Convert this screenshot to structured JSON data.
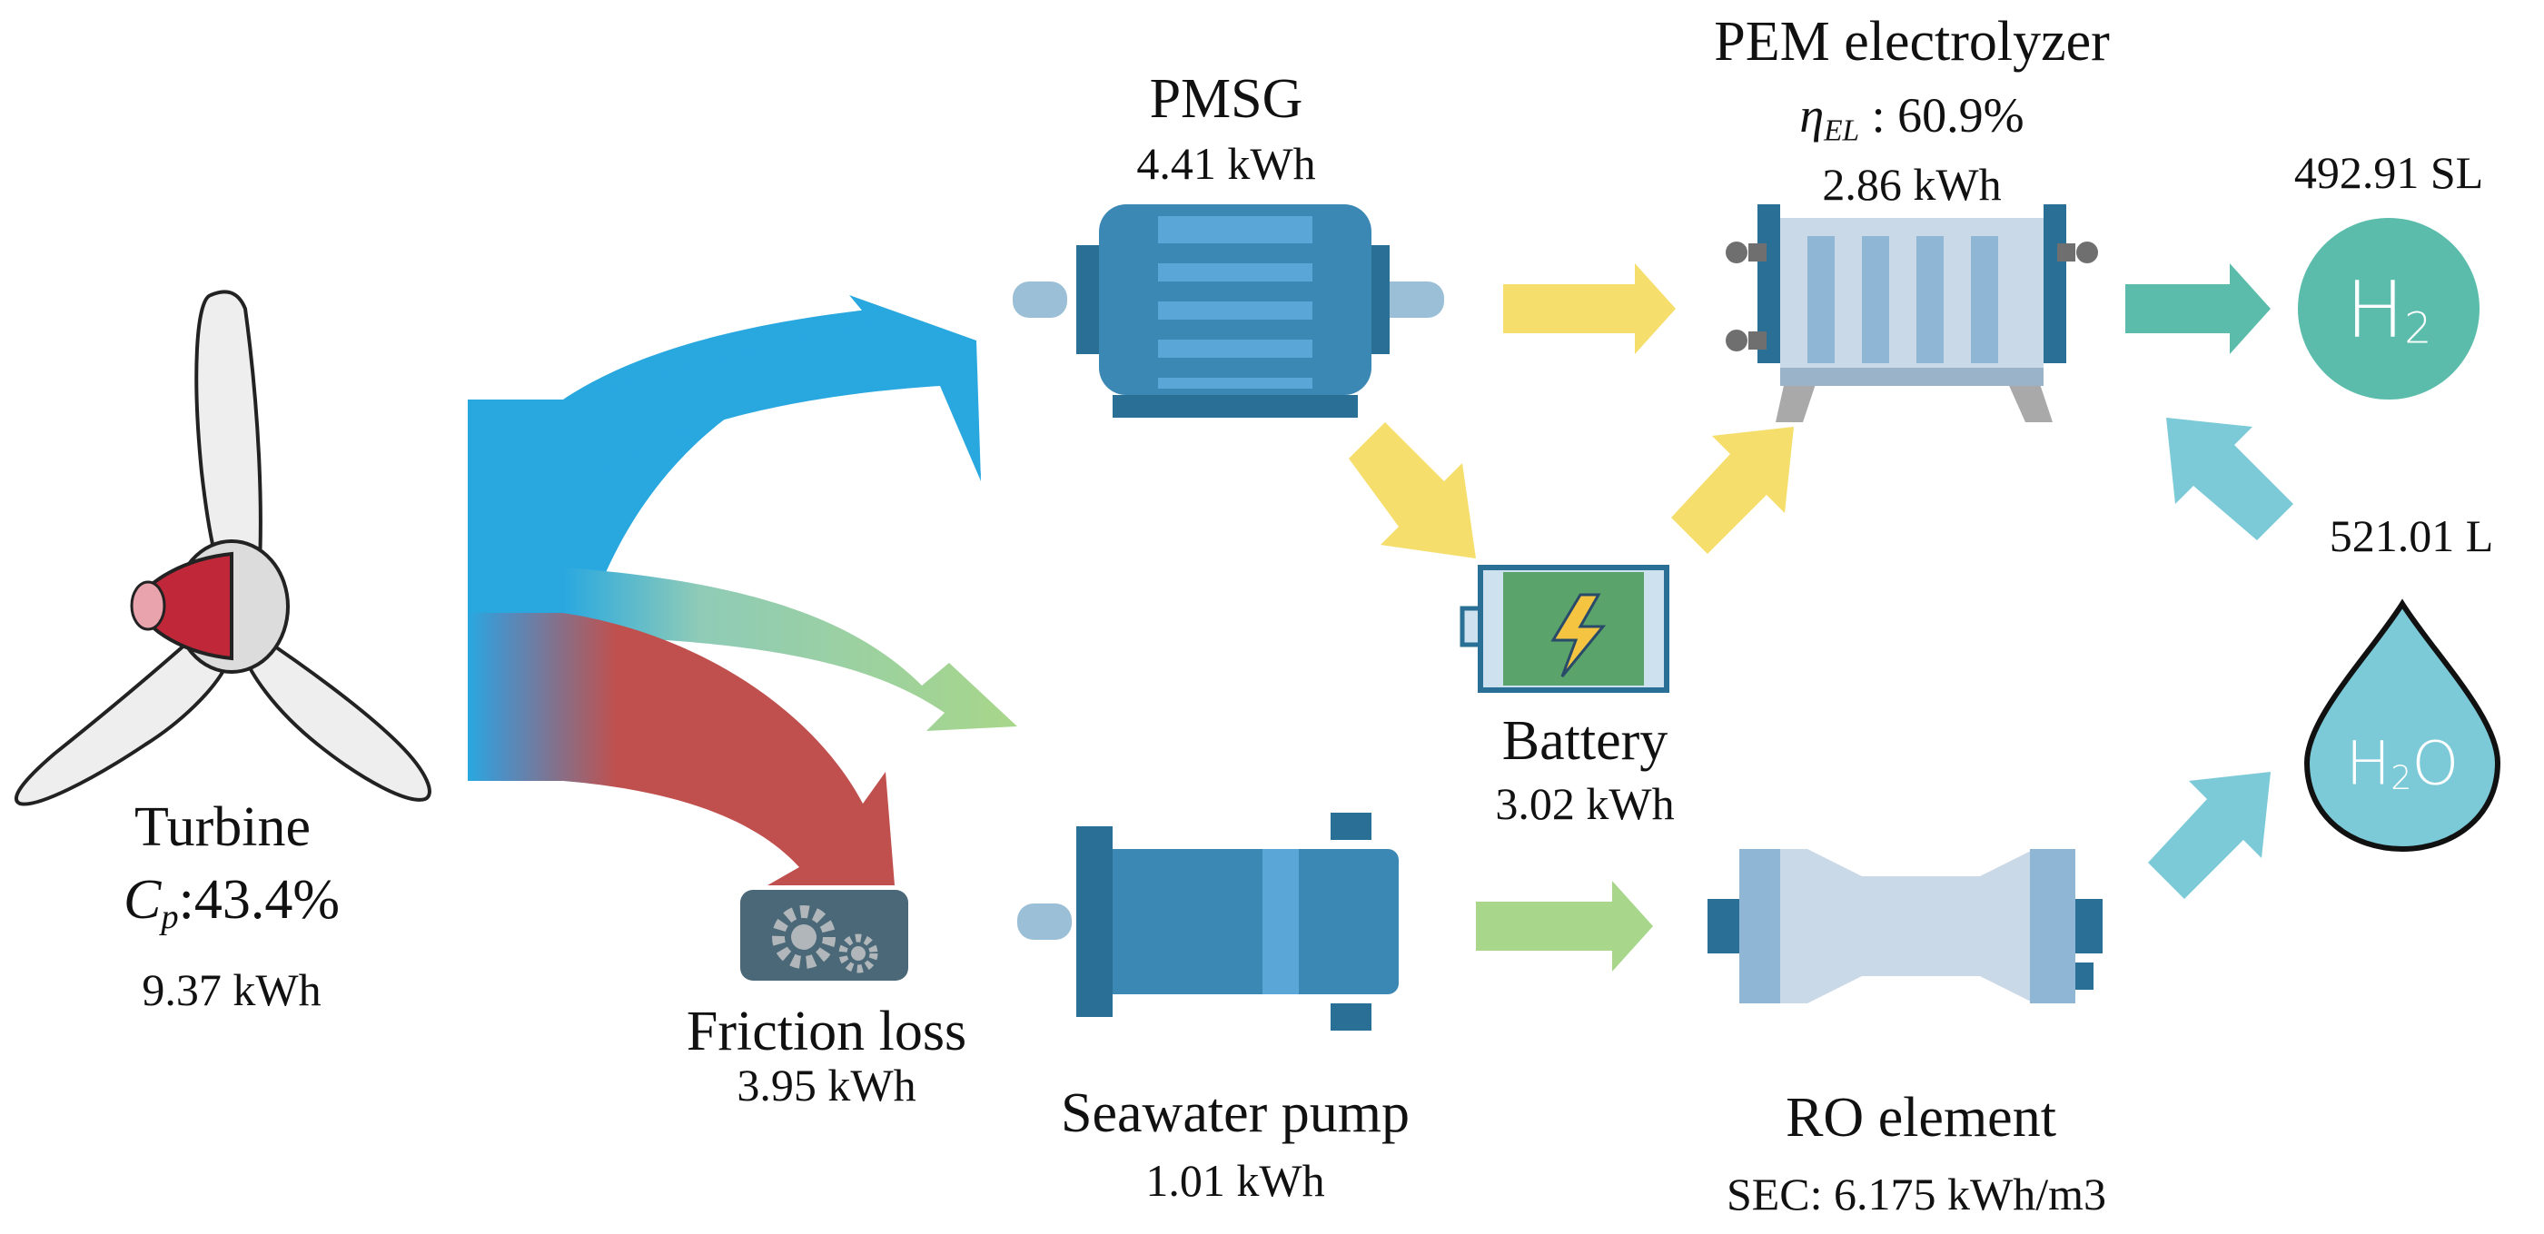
{
  "turbine": {
    "name": "Turbine",
    "cp_symbol": "C",
    "cp_subscript": "p",
    "cp_value": ":43.4%",
    "energy": "9.37 kWh"
  },
  "pmsg": {
    "name": "PMSG",
    "energy": "4.41 kWh"
  },
  "electrolyzer": {
    "name": "PEM electrolyzer",
    "eta_symbol": "η",
    "eta_subscript": "EL",
    "eta_value": " : 60.9%",
    "energy": "2.86 kWh"
  },
  "hydrogen": {
    "amount": "492.91 SL",
    "symbol": "H",
    "symbol_sub": "2"
  },
  "water": {
    "amount": "521.01 L",
    "symbol_a": "H",
    "symbol_sub": "2",
    "symbol_b": "O"
  },
  "battery": {
    "name": "Battery",
    "energy": "3.02 kWh"
  },
  "friction": {
    "name": "Friction loss",
    "energy": "3.95 kWh"
  },
  "pump": {
    "name": "Seawater pump",
    "energy": "1.01 kWh"
  },
  "ro": {
    "name": "RO element",
    "sec": "SEC: 6.175 kWh/m3"
  },
  "colors": {
    "wind_blue": "#29a8e0",
    "loss_red": "#c0504d",
    "flow_green": "#a8d68a",
    "electric_yellow": "#f5de6b",
    "hydrogen_teal": "#5bbcac",
    "water_cyan": "#7ccad8",
    "machine_blue": "#3c88b4",
    "battery_green": "#5aa36a"
  }
}
